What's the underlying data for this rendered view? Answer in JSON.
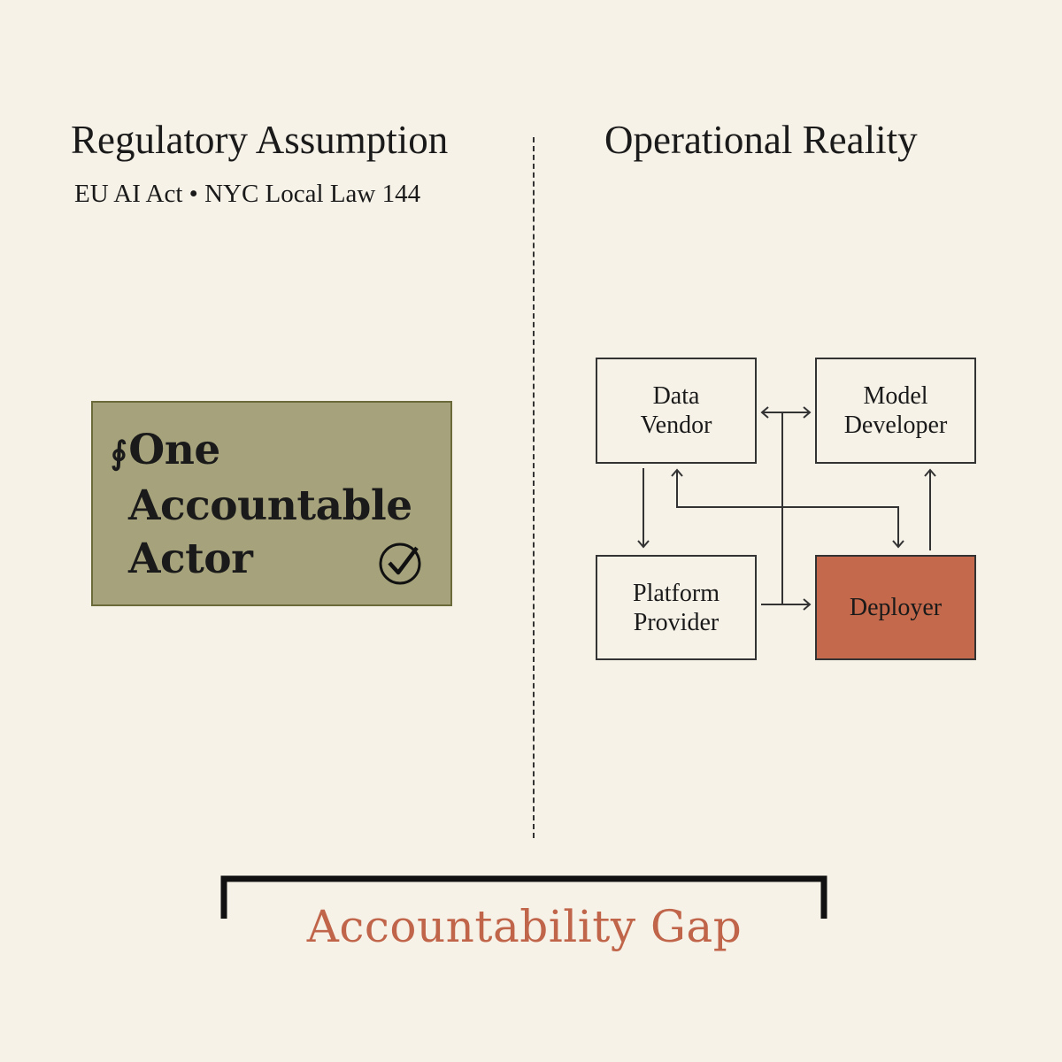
{
  "left": {
    "title": "Regulatory Assumption",
    "subtitle": "EU AI Act • NYC Local Law 144",
    "actor_box": {
      "glyph": "∮",
      "lines": [
        "One",
        "Accountable",
        "Actor"
      ],
      "icon": "check-circle-icon",
      "fill": "#a6a37c"
    }
  },
  "right": {
    "title": "Operational Reality",
    "nodes": {
      "data_vendor": [
        "Data",
        "Vendor"
      ],
      "model_developer": [
        "Model",
        "Developer"
      ],
      "platform_provider": [
        "Platform",
        "Provider"
      ],
      "deployer": "Deployer"
    },
    "deployer_fill": "#c4694b"
  },
  "footer": {
    "label": "Accountability Gap",
    "color": "#c0654a"
  }
}
